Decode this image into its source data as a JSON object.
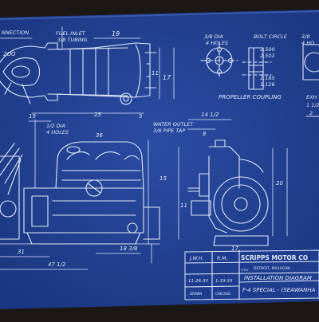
{
  "colors": {
    "background": "#1a1714",
    "paper": "#1d3a8a",
    "paper_light": "#2a4ca3",
    "ink": "#dfe7f7"
  },
  "labels": {
    "connection": "NNECTION",
    "fuel_inlet_1": "FUEL INLET",
    "fuel_inlet_2": "3/8 TUBING",
    "dim_2oo": "2OO",
    "dim_19top": "19",
    "dim_17": "17",
    "dim_25": "25",
    "dim_19mid": "19",
    "dim_11": "11",
    "dim_5": "5",
    "holes_dia_1": "1/2 DIA",
    "holes_dia_2": "4 HOLES",
    "bolt_holes_1": "3/8 DIA",
    "bolt_holes_2": "4 HOLES",
    "bolt_circle": "BOLT CIRCLE",
    "bc_2500": "2.500",
    "bc_2502": "2.502",
    "bc_1185": "1.185",
    "bc_1126": "1.126",
    "holes_right_1": "3/8",
    "holes_right_2": "4 HO",
    "propeller_coupling": "PROPELLER COUPLING",
    "exh_1": "EXH",
    "exh_2": "1 1/2",
    "exh_3": "2",
    "water_outlet_1": "WATER OUTLET",
    "water_outlet_2": "3/8 PIPE TAP",
    "dim_14half": "14 1/2",
    "dim_8": "8",
    "dim_15": "15",
    "dim_20": "20",
    "dim_11b": "11",
    "dim_17b": "17",
    "dim_47": "47 1/2",
    "dim_18": "18 3/8",
    "dim_36": "36",
    "dim_31": "31",
    "company": "SCRIPPS MOTOR CO",
    "company_city": "DETROIT, MICHIGAN",
    "drawn": "J.W.H.",
    "checked": "R.M.",
    "date_1": "11-26-33",
    "date_2": "1-19-33",
    "drawn_label": "DRAWN",
    "checked_label": "CHECKED",
    "title_label": "TITLE",
    "title_1": "INSTALLATION DIAGRAM",
    "title_2": "F-4 SPECIAL - (SEAWANHA"
  }
}
